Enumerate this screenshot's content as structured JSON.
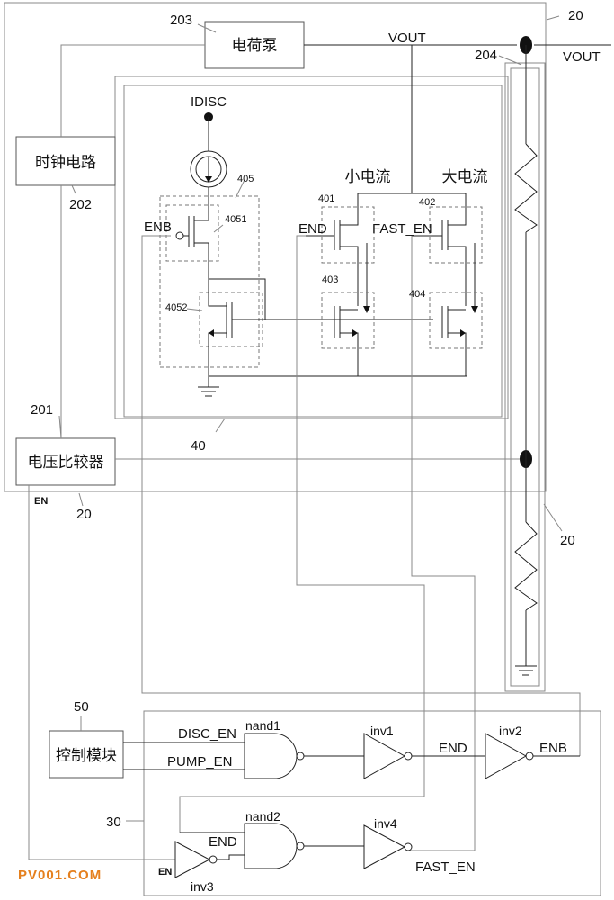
{
  "labels": {
    "charge_pump": "电荷泵",
    "clock_circuit": "时钟电路",
    "voltage_comparator": "电压比较器",
    "control_module": "控制模块",
    "small_current": "小电流",
    "large_current": "大电流",
    "vout_wire": "VOUT",
    "vout_out": "VOUT",
    "idisc": "IDISC",
    "enb_gate": "ENB",
    "end_gate": "END",
    "fast_en_gate": "FAST_EN",
    "en_comp": "EN",
    "en_inv3": "EN",
    "disc_en": "DISC_EN",
    "pump_en": "PUMP_EN",
    "nand1": "nand1",
    "nand2": "nand2",
    "inv1": "inv1",
    "inv2": "inv2",
    "inv3": "inv3",
    "inv4": "inv4",
    "end_inv1": "END",
    "enb_inv2": "ENB",
    "end_nand2": "END",
    "fast_en_inv4": "FAST_EN",
    "watermark": "PV001.COM"
  },
  "refs": {
    "r20_top": "20",
    "r20_right": "20",
    "r20_bottom": "20",
    "r203": "203",
    "r204": "204",
    "r202": "202",
    "r201": "201",
    "r40": "40",
    "r50": "50",
    "r30": "30",
    "r405": "405",
    "r4051": "4051",
    "r4052": "4052",
    "r401": "401",
    "r402": "402",
    "r403": "403",
    "r404": "404"
  }
}
